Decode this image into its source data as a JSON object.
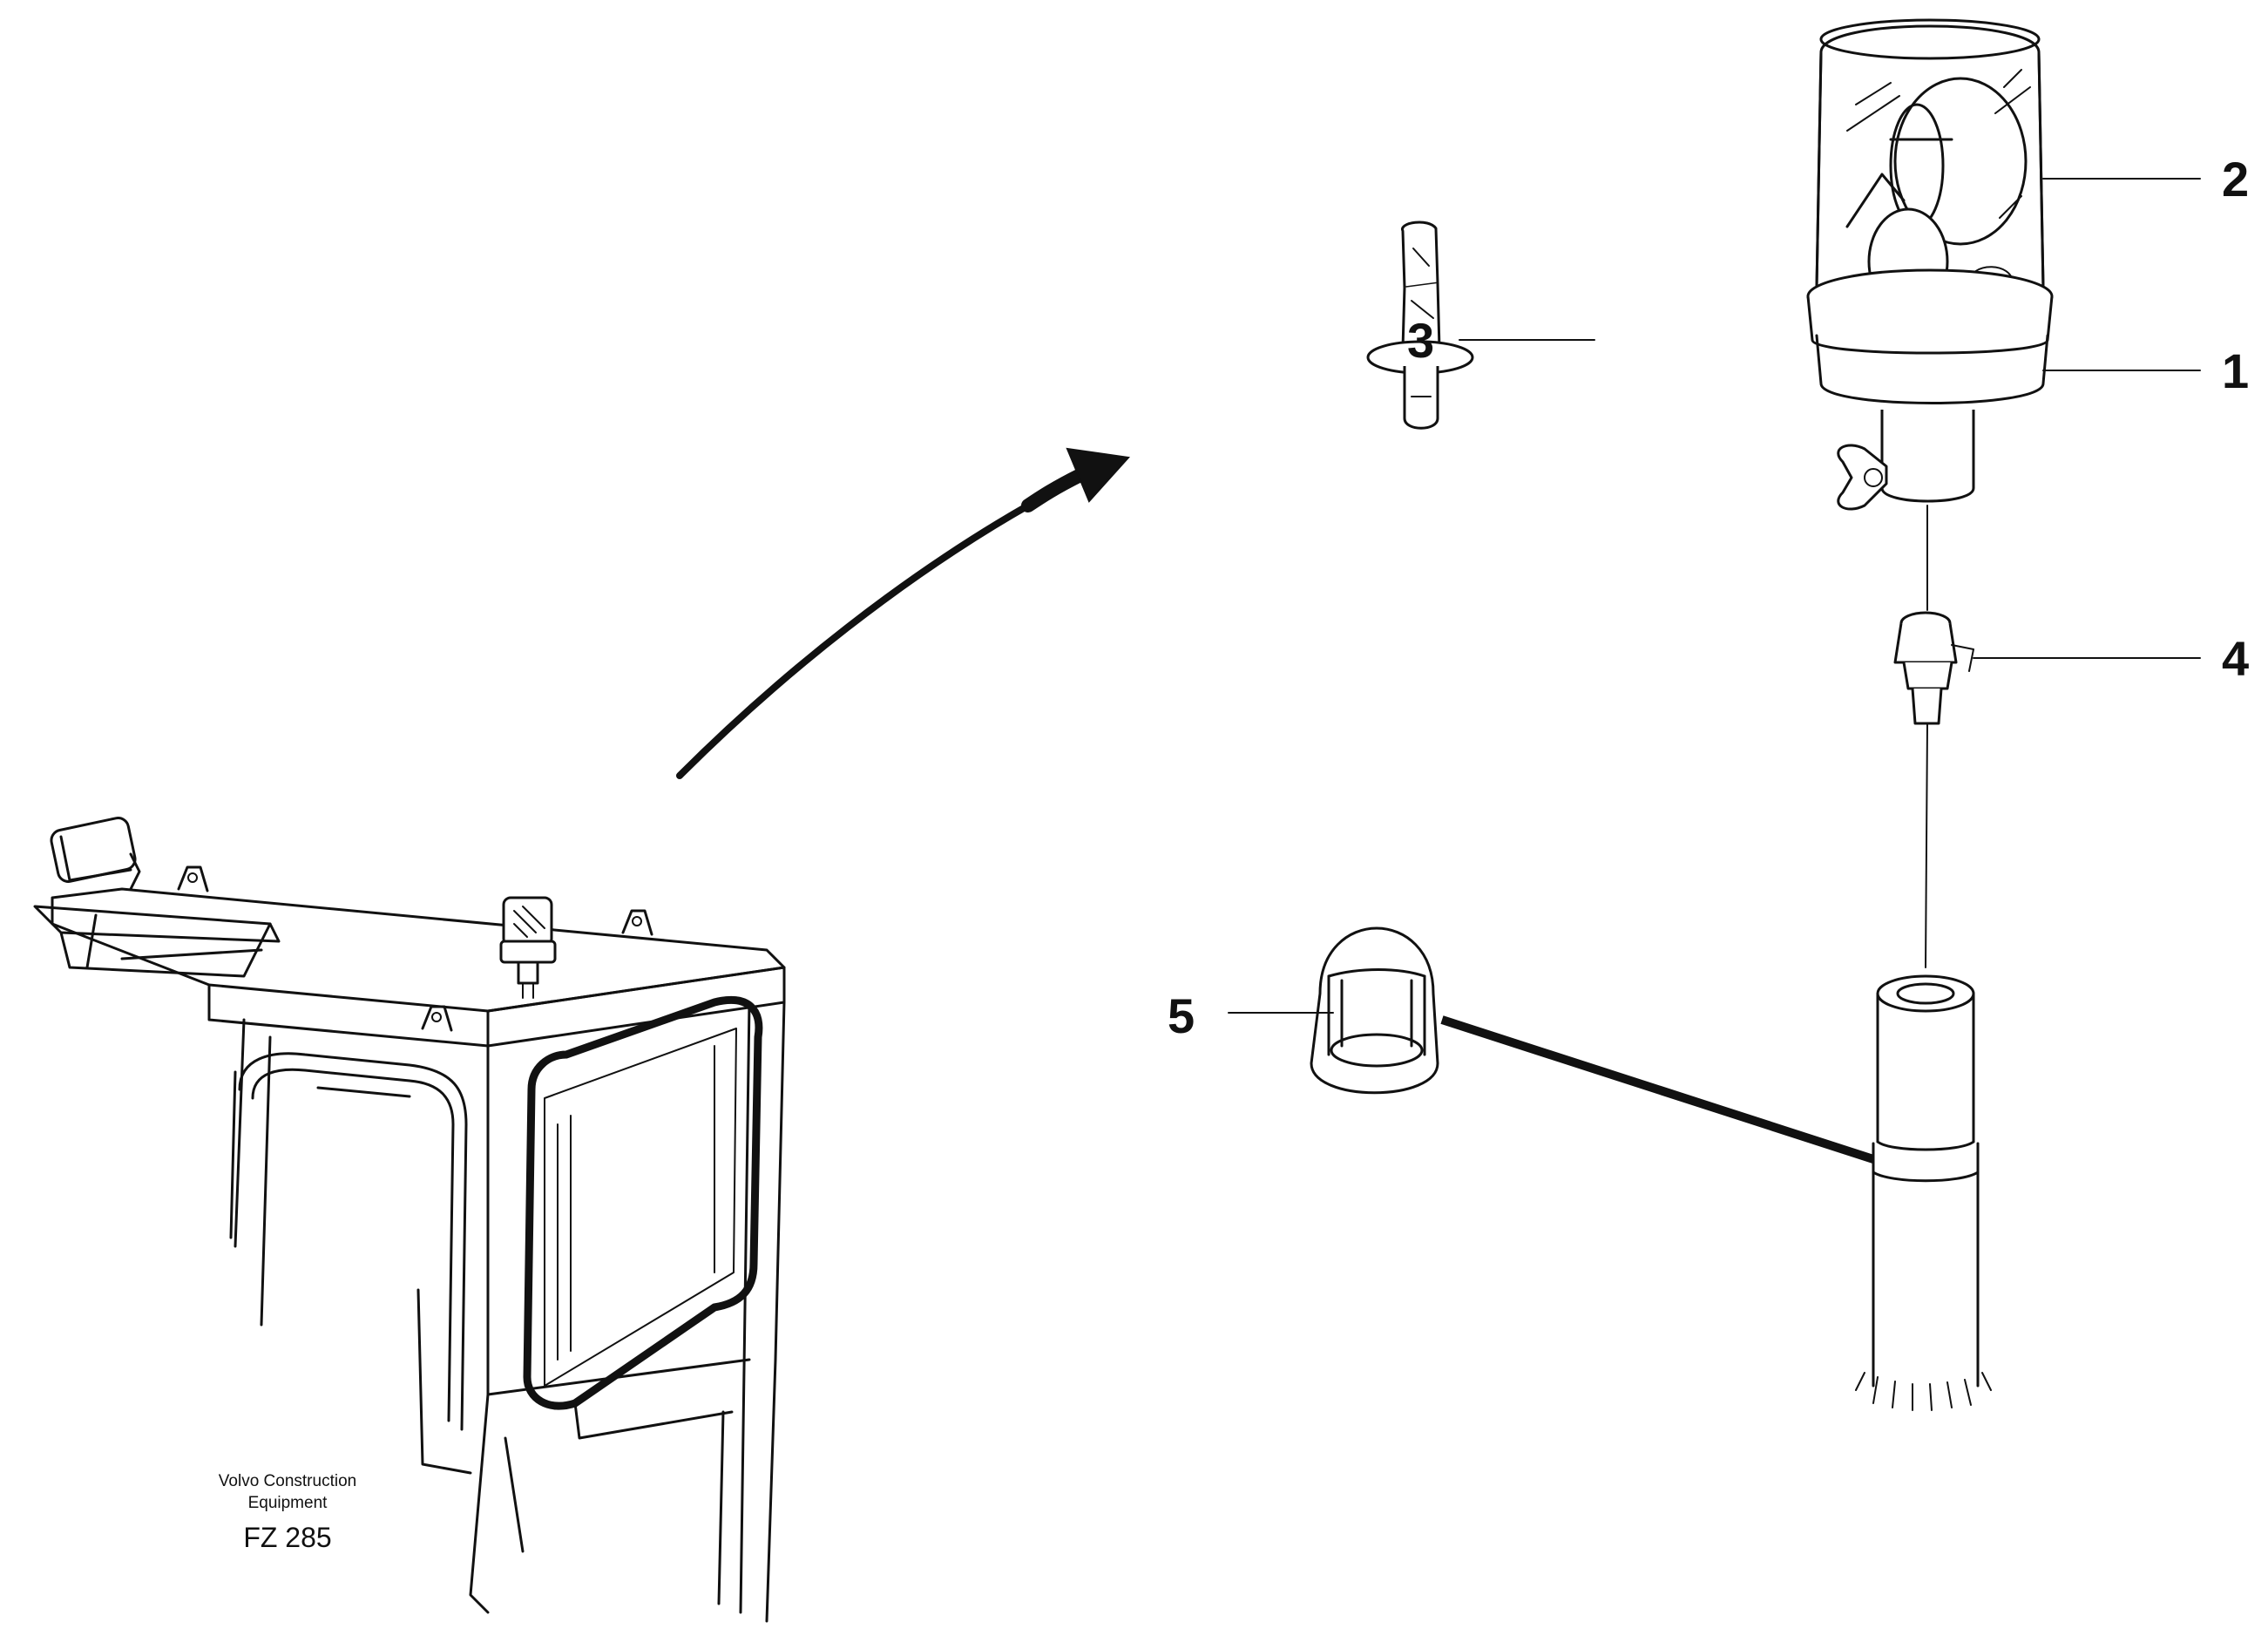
{
  "callouts": [
    {
      "number": "1",
      "part": "beacon-base"
    },
    {
      "number": "2",
      "part": "beacon-dome"
    },
    {
      "number": "3",
      "part": "bulb"
    },
    {
      "number": "4",
      "part": "connector"
    },
    {
      "number": "5",
      "part": "protective-cap"
    }
  ],
  "credit": {
    "line1": "Volvo Construction",
    "line2": "Equipment"
  },
  "figure_code": "FZ 285"
}
